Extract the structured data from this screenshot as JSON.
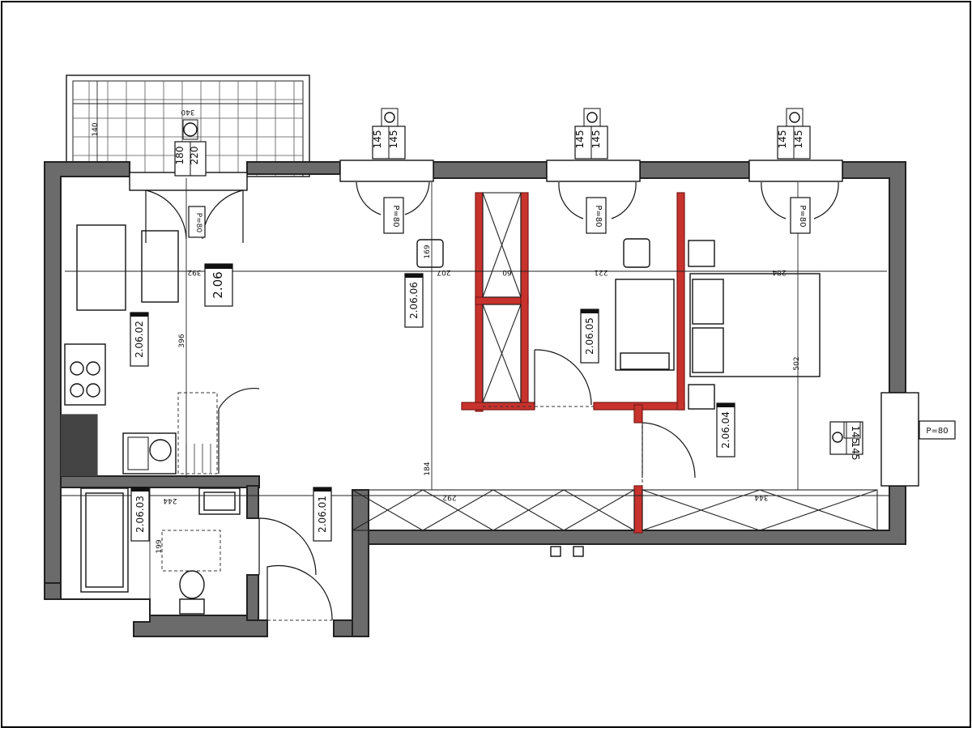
{
  "rooms": {
    "unit": "2.06",
    "r1": "2.06.01",
    "r2": "2.06.02",
    "r3": "2.06.03",
    "r4": "2.06.04",
    "r5": "2.06.05",
    "r6": "2.06.06"
  },
  "dimensions": {
    "balcony_width": "340",
    "balcony_depth": "140",
    "w392": "392",
    "w207": "207",
    "w60": "60",
    "w221": "221",
    "w284": "284",
    "h396": "396",
    "h502": "502",
    "h184": "184",
    "h169": "169",
    "h199": "199",
    "w244": "244",
    "w292": "292",
    "w344": "344"
  },
  "window_tags": {
    "balcony_door": [
      "180",
      "220"
    ],
    "top_window": [
      "145",
      "145"
    ],
    "side_window": [
      "145",
      "145"
    ],
    "radiator": "P=80"
  },
  "colors": {
    "wall": "#6b6b6b",
    "new_wall": "#c8322d"
  }
}
